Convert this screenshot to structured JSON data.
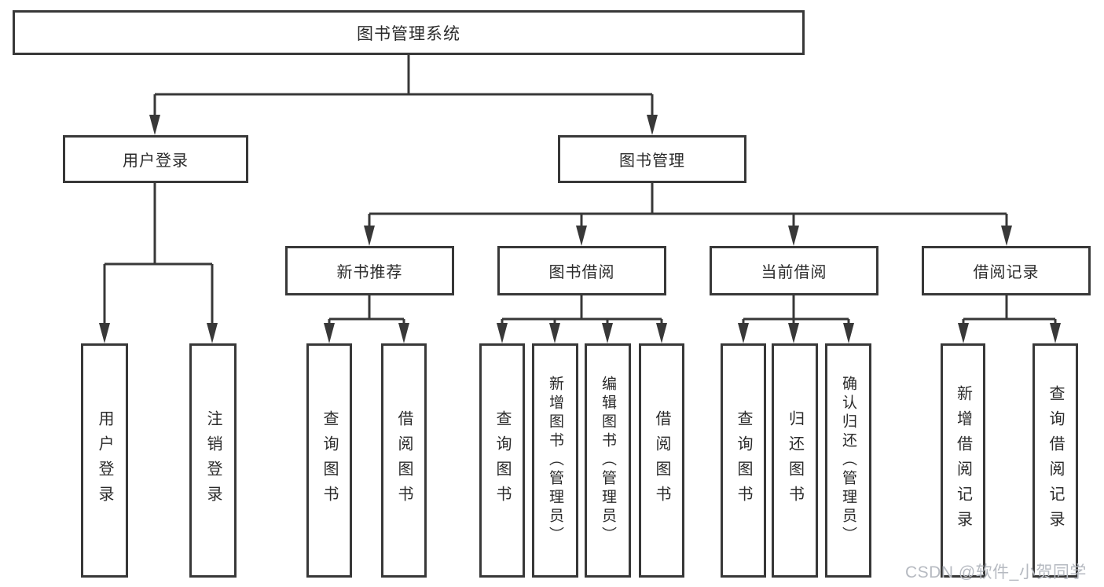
{
  "tree": {
    "label": "图书管理系统",
    "children": [
      {
        "label": "用户登录",
        "children": [
          {
            "label": "用户登录"
          },
          {
            "label": "注销登录"
          }
        ]
      },
      {
        "label": "图书管理",
        "children": [
          {
            "label": "新书推荐",
            "children": [
              {
                "label": "查询图书"
              },
              {
                "label": "借阅图书"
              }
            ]
          },
          {
            "label": "图书借阅",
            "children": [
              {
                "label": "查询图书"
              },
              {
                "label": "新增图书（管理员）"
              },
              {
                "label": "编辑图书（管理员）"
              },
              {
                "label": "借阅图书"
              }
            ]
          },
          {
            "label": "当前借阅",
            "children": [
              {
                "label": "查询图书"
              },
              {
                "label": "归还图书"
              },
              {
                "label": "确认归还（管理员）"
              }
            ]
          },
          {
            "label": "借阅记录",
            "children": [
              {
                "label": "新增借阅记录"
              },
              {
                "label": "查询借阅记录"
              }
            ]
          }
        ]
      }
    ]
  },
  "watermark": "CSDN @软件_小贺同学",
  "colors": {
    "line": "#383838",
    "text": "#2b2b2b",
    "background": "#ffffff",
    "watermark": "#b6bac1"
  }
}
